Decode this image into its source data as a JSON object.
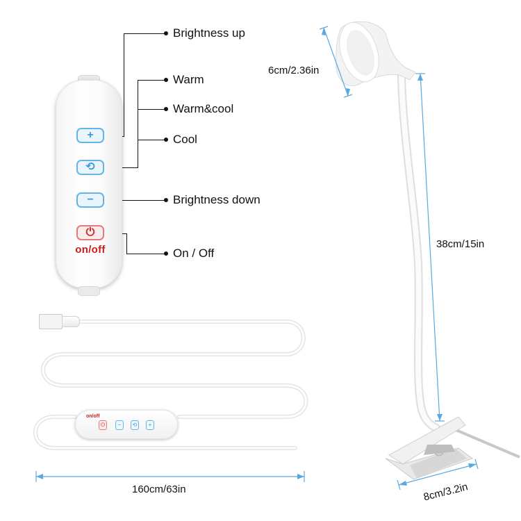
{
  "labels": {
    "brightness_up": "Brightness up",
    "warm": "Warm",
    "warm_cool": "Warm&cool",
    "cool": "Cool",
    "brightness_down": "Brightness down",
    "on_off": "On / Off"
  },
  "remote": {
    "plus_symbol": "+",
    "cycle_symbol": "⟲",
    "minus_symbol": "−",
    "power_symbol": "⏻",
    "on_off_text": "on/off"
  },
  "dimensions": {
    "lamp_head": "6cm/2.36in",
    "height": "38cm/15in",
    "cable": "160cm/63in",
    "clip": "8cm/3.2in"
  },
  "colors": {
    "accent_blue": "#4aa7e0",
    "power_red": "#c61d1d",
    "dimension_line": "#5aa9de"
  }
}
